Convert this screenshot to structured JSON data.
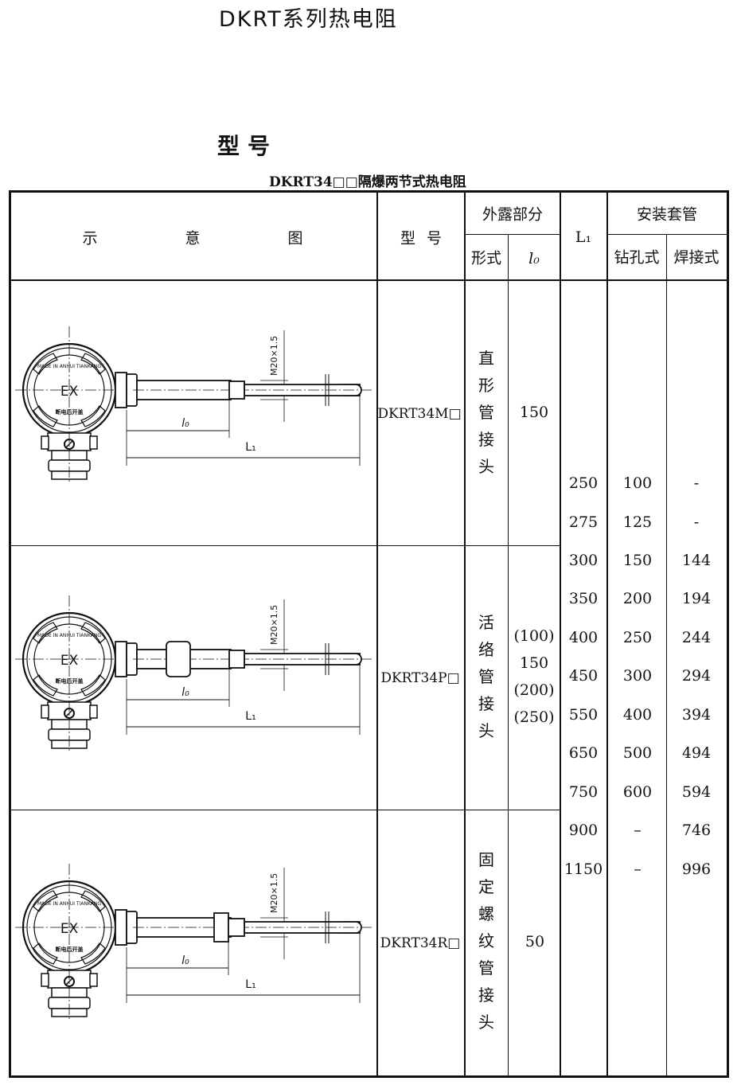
{
  "document": {
    "title": "DKRT系列热电阻",
    "section_title": "型号",
    "table_caption": "DKRT34□□隔爆两节式热电阻"
  },
  "table": {
    "headers": {
      "diagram": [
        "示",
        "意",
        "图"
      ],
      "model": "型 号",
      "exposed": "外露部分",
      "form": "形式",
      "l0": "l₀",
      "L1": "L₁",
      "sleeve": "安装套管",
      "drilled": "钻孔式",
      "welded": "焊接式"
    },
    "rows": [
      {
        "model": "DKRT34M□",
        "form": [
          "直",
          "形",
          "管",
          "接",
          "头"
        ],
        "l0": [
          "150"
        ]
      },
      {
        "model": "DKRT34P□",
        "form": [
          "活",
          "络",
          "管",
          "接",
          "头"
        ],
        "l0": [
          "(100)",
          "150",
          "(200)",
          "(250)"
        ]
      },
      {
        "model": "DKRT34R□",
        "form": [
          "固",
          "定",
          "螺",
          "纹",
          "管",
          "接",
          "头"
        ],
        "l0": [
          "50"
        ]
      }
    ],
    "L1_values": [
      {
        "L1": "250",
        "drilled": "100",
        "welded": "-"
      },
      {
        "L1": "275",
        "drilled": "125",
        "welded": "-"
      },
      {
        "L1": "300",
        "drilled": "150",
        "welded": "144"
      },
      {
        "L1": "350",
        "drilled": "200",
        "welded": "194"
      },
      {
        "L1": "400",
        "drilled": "250",
        "welded": "244"
      },
      {
        "L1": "450",
        "drilled": "300",
        "welded": "294"
      },
      {
        "L1": "550",
        "drilled": "400",
        "welded": "394"
      },
      {
        "L1": "650",
        "drilled": "500",
        "welded": "494"
      },
      {
        "L1": "750",
        "drilled": "600",
        "welded": "594"
      },
      {
        "L1": "900",
        "drilled": "–",
        "welded": "746"
      },
      {
        "L1": "1150",
        "drilled": "–",
        "welded": "996"
      }
    ]
  },
  "drawing": {
    "thread_label": "M20×1.5",
    "l0_label": "l₀",
    "L1_label": "L₁",
    "ex_label": "EX",
    "logo_text_arc": "MADE IN ANHUI TIANKANG",
    "logo_text_bottom": "断电后开盖"
  }
}
